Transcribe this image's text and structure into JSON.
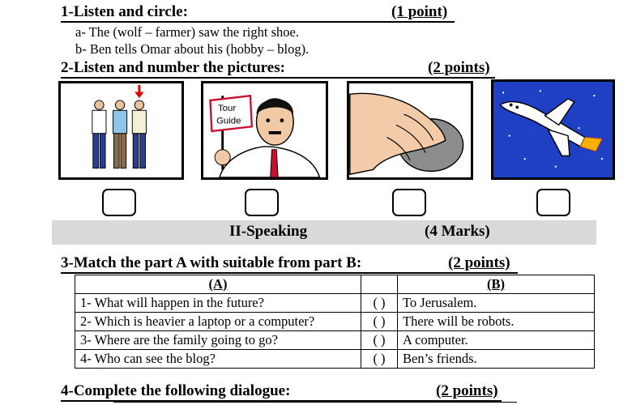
{
  "section1": {
    "heading": "1-Listen and circle:",
    "points": "(1 point)",
    "items": [
      "a- The (wolf – farmer) saw the right shoe.",
      "b- Ben tells Omar about his (hobby – blog)."
    ]
  },
  "section2": {
    "heading": "2-Listen and number the pictures:",
    "points": "(2 points)",
    "pictures": [
      {
        "icon": "three-men-icon"
      },
      {
        "icon": "tour-guide-icon",
        "sign_line1": "Tour",
        "sign_line2": "Guide"
      },
      {
        "icon": "computer-mouse-hand-icon"
      },
      {
        "icon": "space-shuttle-icon"
      }
    ]
  },
  "speaking_band": {
    "title": "II-Speaking",
    "marks": "(4 Marks)"
  },
  "section3": {
    "heading": "3-Match the part A with suitable from part B:",
    "points": "(2 points)",
    "col_a": "(A)",
    "col_b": "(B)",
    "rows": [
      {
        "a": "1- What will happen in the future?",
        "paren": "(     )",
        "b": "To Jerusalem."
      },
      {
        "a": "2- Which is heavier a laptop or a computer?",
        "paren": "(     )",
        "b": "There will be robots."
      },
      {
        "a": "3- Where are the family going to go?",
        "paren": "(     )",
        "b": "A computer."
      },
      {
        "a": "4- Who can see the blog?",
        "paren": "(     )",
        "b": "Ben’s friends."
      }
    ]
  },
  "section4": {
    "heading": "4-Complete the following dialogue:",
    "points": "(2 points)"
  }
}
